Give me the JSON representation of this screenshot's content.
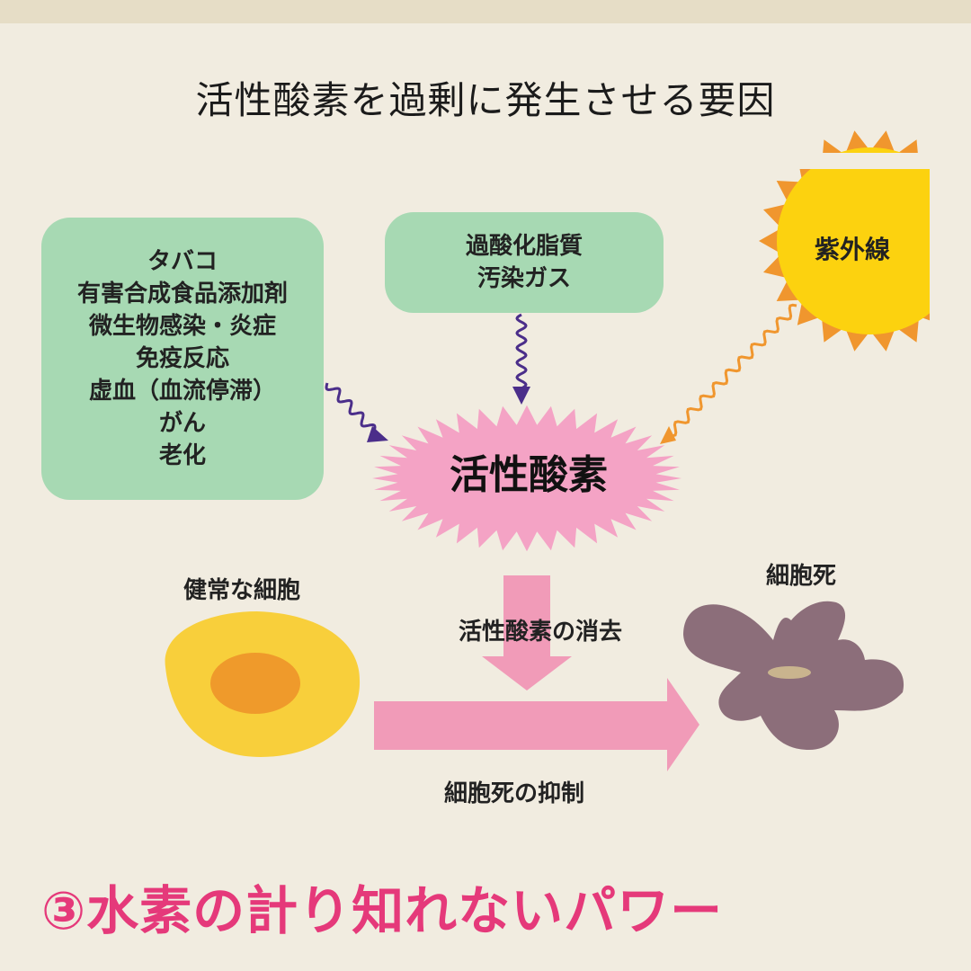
{
  "title": "活性酸素を過剰に発生させる要因",
  "left_box": {
    "items": [
      "タバコ",
      "有害合成食品添加剤",
      "微生物感染・炎症",
      "免疫反応",
      "虚血（血流停滞）",
      "がん",
      "老化"
    ]
  },
  "mid_box": {
    "items": [
      "過酸化脂質",
      "汚染ガス"
    ]
  },
  "sun_label": "紫外線",
  "center_label": "活性酸素",
  "healthy_cell_label": "健常な細胞",
  "cell_death_label": "細胞死",
  "elimination_label": "活性酸素の消去",
  "suppression_label": "細胞死の抑制",
  "footer_text": "③水素の計り知れないパワー",
  "colors": {
    "background": "#f1ece0",
    "box_green": "#a7d9b3",
    "burst_pink": "#f4a3c5",
    "arrow_pink": "#f19bb8",
    "sun_yellow": "#fcd20f",
    "sun_rays": "#f0962e",
    "healthy_cell_outer": "#f8cf3b",
    "healthy_cell_nucleus": "#ef9a2b",
    "dead_cell": "#8c6e7a",
    "footer_pink": "#e5397a"
  }
}
